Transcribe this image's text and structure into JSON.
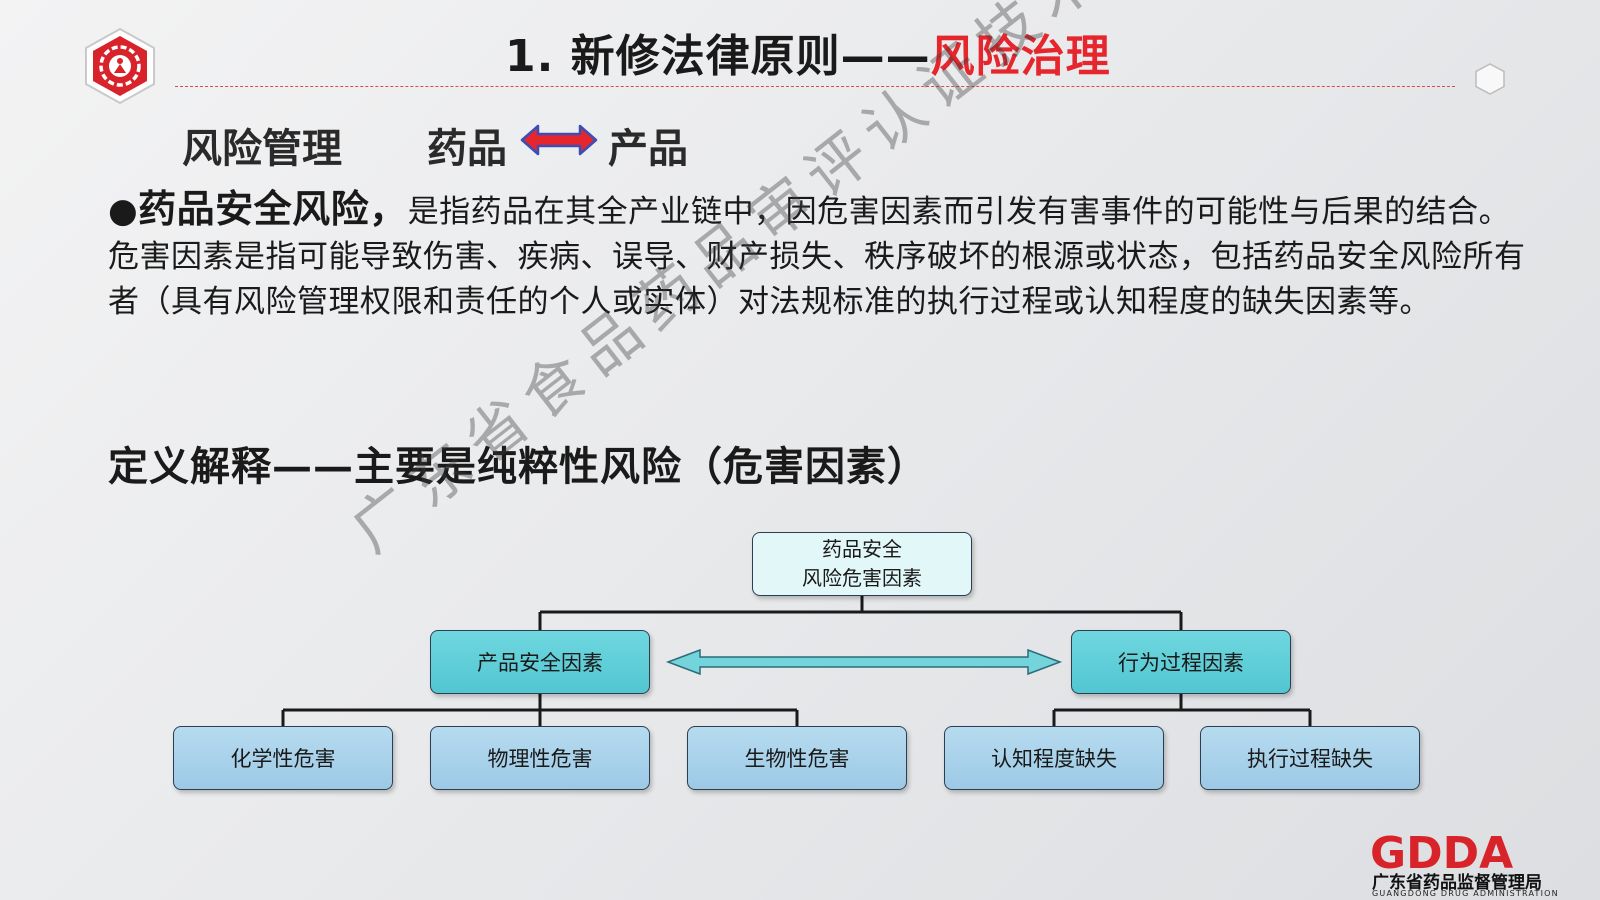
{
  "header": {
    "title_prefix": "1. 新修法律原则——",
    "title_highlight": "风险治理",
    "accent_color": "#e6262d"
  },
  "subtitle": {
    "left": "风险管理",
    "drug": "药品",
    "product": "产品",
    "arrow_colors": [
      "#e6262d",
      "#3a4fb5"
    ]
  },
  "paragraph": {
    "bullet": "●",
    "lead": "药品安全风险，",
    "body": "是指药品在其全产业链中，因危害因素而引发有害事件的可能性与后果的结合。危害因素是指可能导致伤害、疾病、误导、财产损失、秩序破坏的根源或状态，包括药品安全风险所有者（具有风险管理权限和责任的个人或实体）对法规标准的执行过程或认知程度的缺失因素等。"
  },
  "definition": "定义解释——主要是纯粹性风险（危害因素）",
  "diagram": {
    "root_line1": "药品安全",
    "root_line2": "风险危害因素",
    "left_branch": "产品安全因素",
    "right_branch": "行为过程因素",
    "leaves": [
      "化学性危害",
      "物理性危害",
      "生物性危害",
      "认知程度缺失",
      "执行过程缺失"
    ]
  },
  "watermark": "广东省食品药品审评认证技术协会",
  "footer": {
    "logo_letters": "GDDA",
    "org_cn": "广东省药品监督管理局",
    "org_en": "GUANGDONG DRUG ADMINISTRATION"
  }
}
